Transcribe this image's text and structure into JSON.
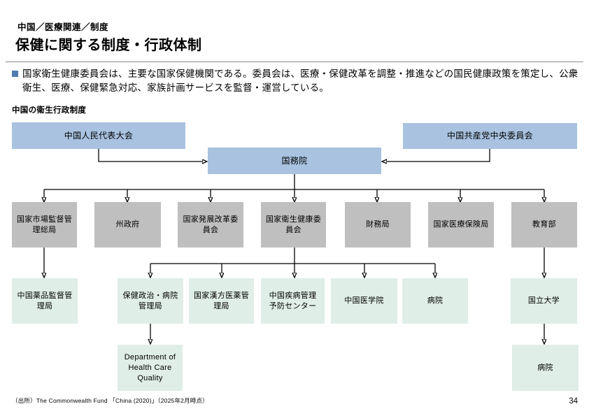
{
  "header": {
    "breadcrumb": "中国／医療関連／制度",
    "title": "保健に関する制度・行政体制"
  },
  "summary": "国家衛生健康委員会は、主要な国家保健機関である。委員会は、医療・保健改革を調整・推進などの国民健康政策を策定し、公衆衛生、医療、保健緊急対応、家族計画サービスを監督・運営している。",
  "diagram": {
    "title": "中国の衛生行政制度",
    "level1": [
      "中国人民代表大会",
      "中国共産党中央委員会"
    ],
    "level2": [
      "国務院"
    ],
    "level3": [
      "国家市場監督管理総局",
      "州政府",
      "国家発展改革委員会",
      "国家衛生健康委員会",
      "財務局",
      "国家医療保険局",
      "教育部"
    ],
    "level4": [
      "中国薬品監督管理局",
      "保健政治・病院管理局",
      "国家漢方医薬管理局",
      "中国疾病管理予防センター",
      "中国医学院",
      "病院",
      "国立大学"
    ],
    "level5": [
      "Department of Health Care Quality",
      "病院"
    ],
    "colors": {
      "blue": "#a8c2e0",
      "gray": "#bfbfbf",
      "green": "#dfeee7",
      "bullet_accent": "#4f7cb0"
    }
  },
  "footer": {
    "source": "（出所）The Commonwealth Fund 「China (2020)」（2025年2月時点）",
    "page_number": "34"
  }
}
